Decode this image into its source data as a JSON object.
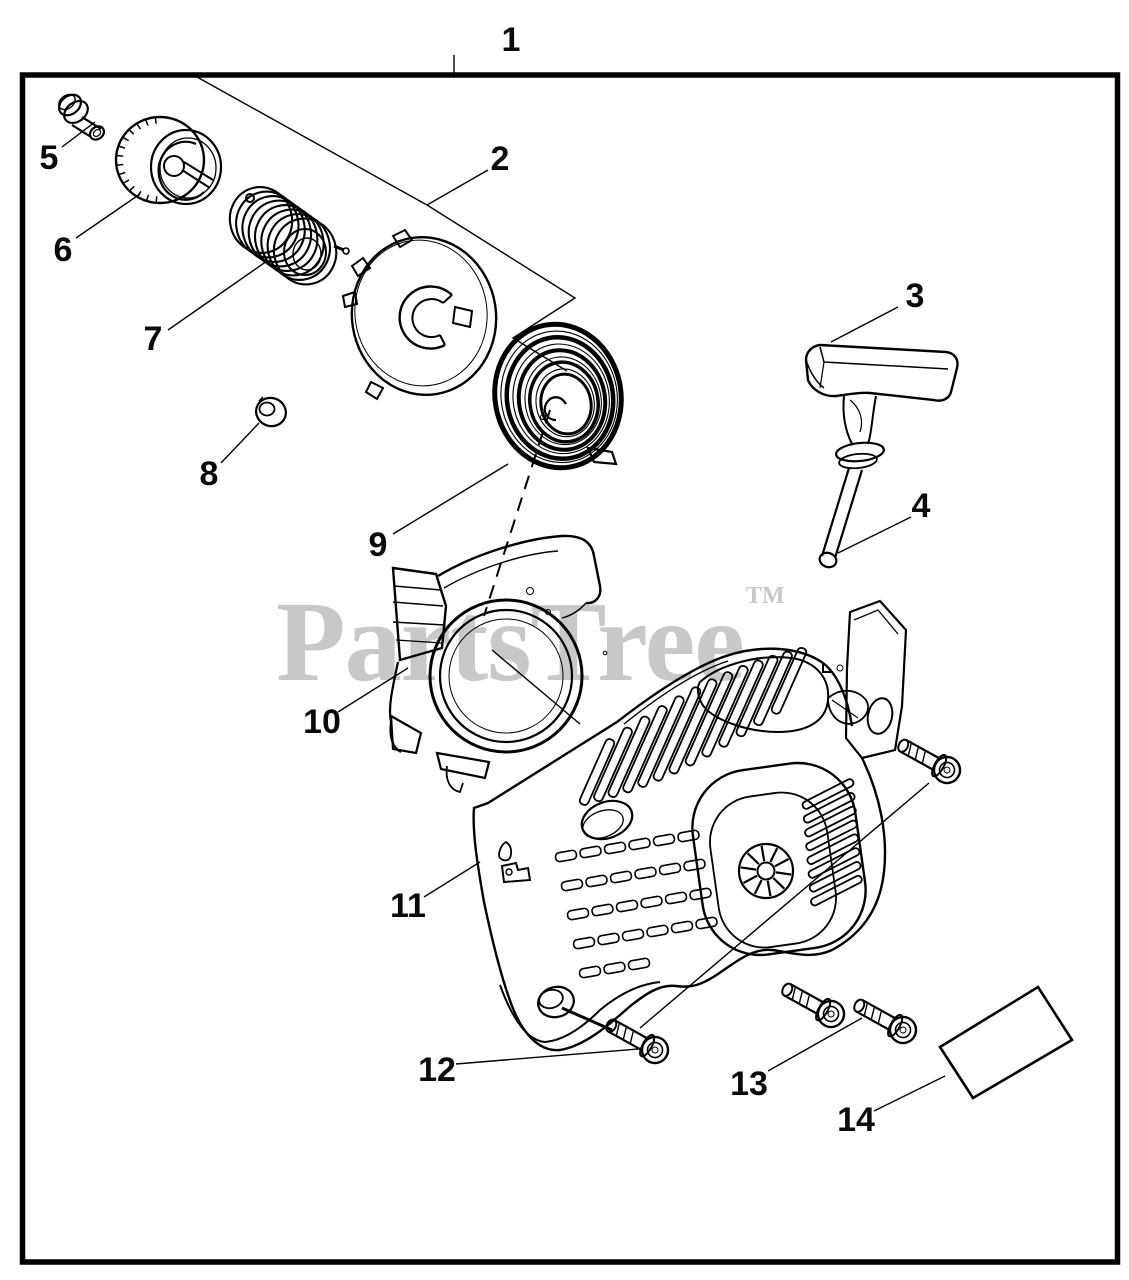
{
  "watermark": {
    "text": "PartsTree",
    "tm": "TM",
    "color": "#c8c8c8"
  },
  "diagram": {
    "background": "#ffffff",
    "line_color": "#000000",
    "callouts": [
      {
        "number": "1"
      },
      {
        "number": "2"
      },
      {
        "number": "3"
      },
      {
        "number": "4"
      },
      {
        "number": "5"
      },
      {
        "number": "6"
      },
      {
        "number": "7"
      },
      {
        "number": "8"
      },
      {
        "number": "9"
      },
      {
        "number": "10"
      },
      {
        "number": "11"
      },
      {
        "number": "12"
      },
      {
        "number": "13"
      },
      {
        "number": "14"
      }
    ]
  }
}
